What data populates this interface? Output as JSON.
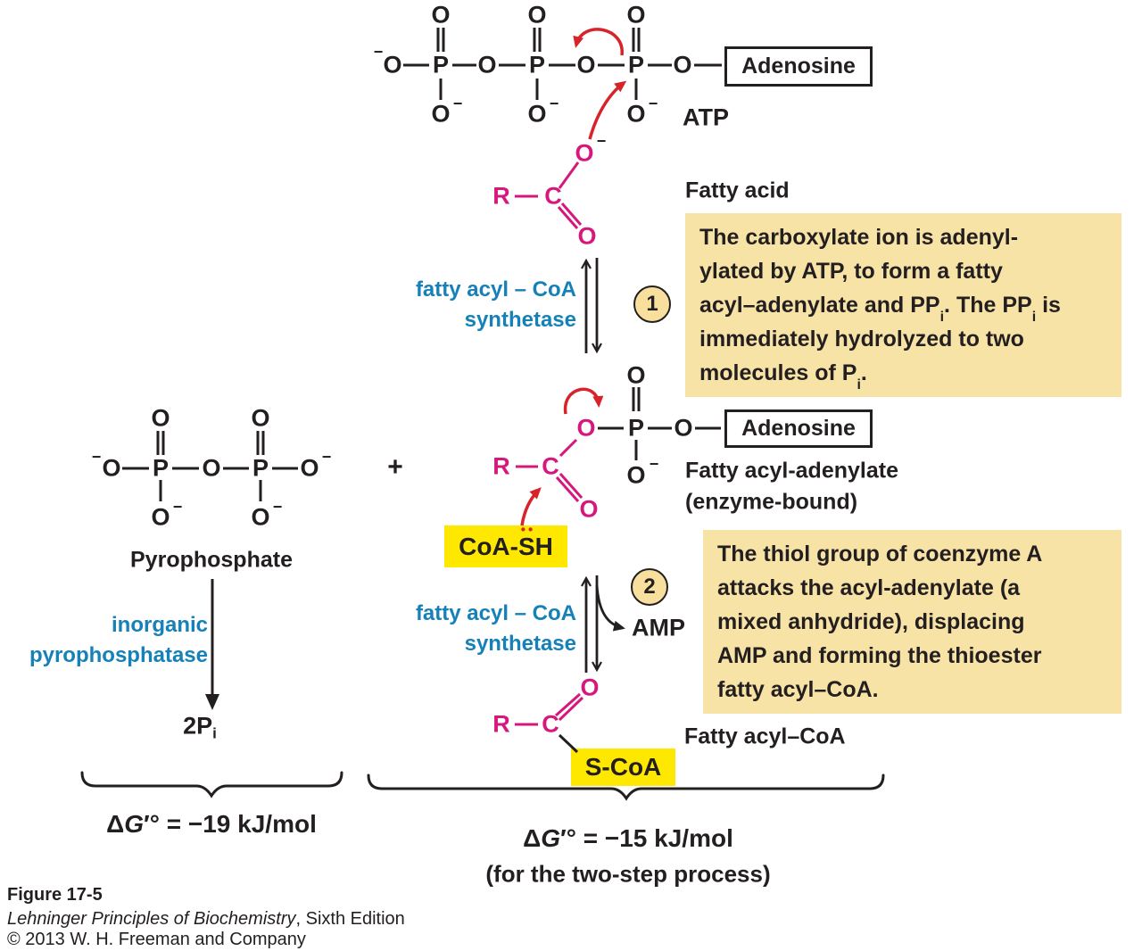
{
  "colors": {
    "ink": "#231F20",
    "magenta": "#D6187D",
    "enzyme_blue": "#1581B8",
    "arrow_red": "#D8232A",
    "note_tan": "#F8E3A6",
    "highlight_yellow": "#FFE800",
    "badge_fill": "#F8DF9E"
  },
  "sym": {
    "O": "O",
    "P": "P",
    "C": "C",
    "R": "R",
    "minus": "−",
    "plus": "+",
    "dots": "••",
    "sub_i": "i"
  },
  "atp": {
    "label": "ATP",
    "adenosine": "Adenosine"
  },
  "fatty_acid": {
    "label": "Fatty acid"
  },
  "enzyme": {
    "line1": "fatty acyl – CoA",
    "line2": "synthetase"
  },
  "step1": {
    "number": "1"
  },
  "step2": {
    "number": "2"
  },
  "box1": {
    "l1": "The carboxylate ion is adenyl-",
    "l2": "ylated by ATP, to form a fatty",
    "l3a": "acyl–adenylate and PP",
    "l3b": ". The PP",
    "l3c": " is",
    "l4": "immediately hydrolyzed to two",
    "l5a": "molecules of P",
    "l5b": ".",
    "sub": "i"
  },
  "box2": {
    "l1": "The thiol group of coenzyme A",
    "l2": "attacks the acyl-adenylate (a",
    "l3": "mixed anhydride), displacing",
    "l4": "AMP and forming the thioester",
    "l5": "fatty acyl–CoA."
  },
  "pyrophosphate": {
    "label": "Pyrophosphate"
  },
  "ppase": {
    "line1": "inorganic",
    "line2": "pyrophosphatase"
  },
  "products": {
    "two_p": "2P",
    "sub": "i",
    "amp": "AMP"
  },
  "adenylate": {
    "label1": "Fatty acyl-adenylate",
    "label2": "(enzyme-bound)",
    "adenosine": "Adenosine"
  },
  "coash": {
    "pre": "CoA-",
    "s": "S",
    "post": "H"
  },
  "facoa": {
    "label": "Fatty acyl–CoA",
    "scoa": "S-CoA"
  },
  "dg1": {
    "delta": "Δ",
    "g": "G",
    "rest": "′° = −19 kJ/mol"
  },
  "dg2": {
    "delta": "Δ",
    "g": "G",
    "rest": "′° = −15 kJ/mol",
    "note": "(for the two-step process)"
  },
  "caption": {
    "figure": "Figure 17-5",
    "book": "Lehninger Principles of Biochemistry",
    "edition": ", Sixth Edition",
    "copyright": "© 2013 W. H. Freeman and Company"
  }
}
